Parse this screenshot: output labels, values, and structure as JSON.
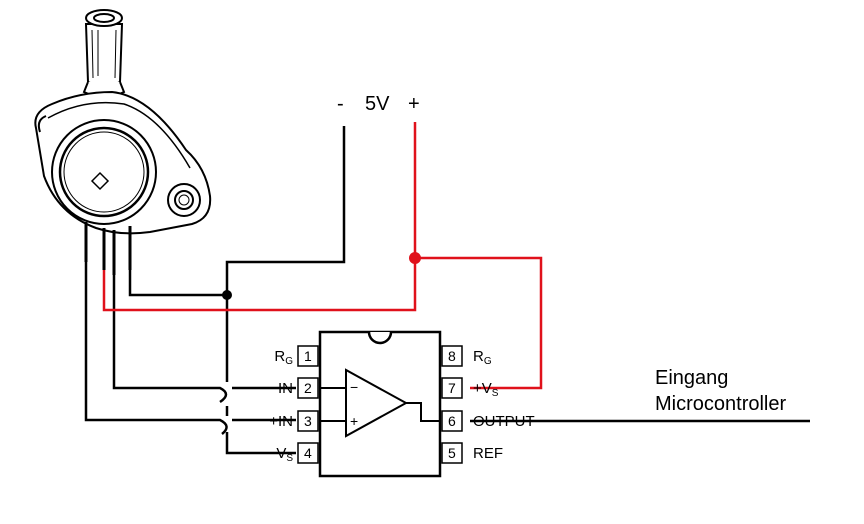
{
  "supply": {
    "minus": "-",
    "voltage": "5V",
    "plus": "+"
  },
  "target": {
    "line1": "Eingang",
    "line2": "Microcontroller"
  },
  "chip": {
    "pins_left": [
      {
        "num": "1",
        "label": "R",
        "sub": "G"
      },
      {
        "num": "2",
        "label": "−IN",
        "sub": ""
      },
      {
        "num": "3",
        "label": "+IN",
        "sub": ""
      },
      {
        "num": "4",
        "label": "−V",
        "sub": "S"
      }
    ],
    "pins_right": [
      {
        "num": "8",
        "label": "R",
        "sub": "G"
      },
      {
        "num": "7",
        "label": "+V",
        "sub": "S"
      },
      {
        "num": "6",
        "label": "OUTPUT",
        "sub": ""
      },
      {
        "num": "5",
        "label": "REF",
        "sub": ""
      }
    ],
    "opamp_minus": "−",
    "opamp_plus": "+"
  },
  "colors": {
    "wire": "#000000",
    "supply_wire": "#e0111b"
  }
}
